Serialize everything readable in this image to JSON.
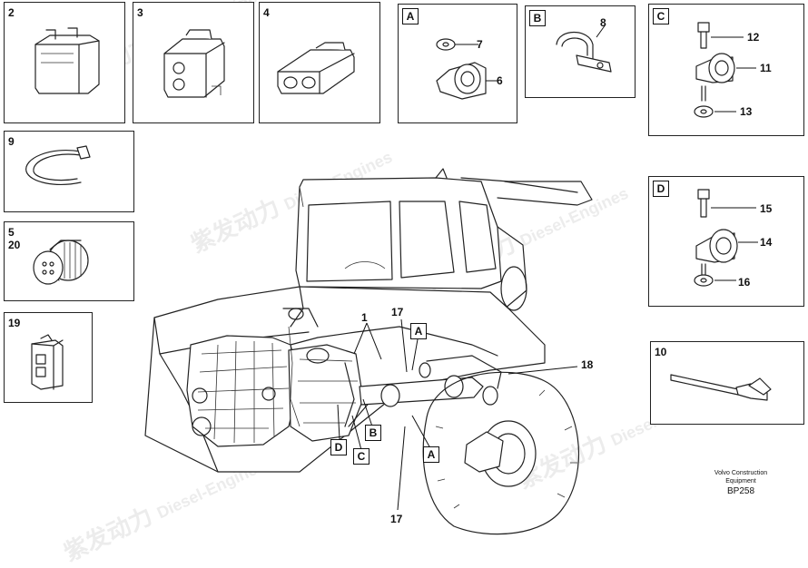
{
  "callouts": {
    "c1": "1",
    "c2": "2",
    "c3": "3",
    "c4": "4",
    "c5": "5",
    "c6": "6",
    "c7": "7",
    "c8": "8",
    "c9": "9",
    "c10": "10",
    "c11": "11",
    "c12": "12",
    "c13": "13",
    "c14": "14",
    "c15": "15",
    "c16": "16",
    "c17a": "17",
    "c17b": "17",
    "c18": "18",
    "c19": "19",
    "c20": "20"
  },
  "detail_tags": {
    "A": "A",
    "B": "B",
    "C": "C",
    "D": "D"
  },
  "tags_on_machine": {
    "A_top": "A",
    "A_bottom": "A",
    "B": "B",
    "C": "C",
    "D": "D"
  },
  "caption": {
    "line1": "Volvo Construction",
    "line2": "Equipment",
    "code": "BP258"
  },
  "watermark": {
    "brand": "紫发动力",
    "sub": "Diesel-Engines"
  }
}
